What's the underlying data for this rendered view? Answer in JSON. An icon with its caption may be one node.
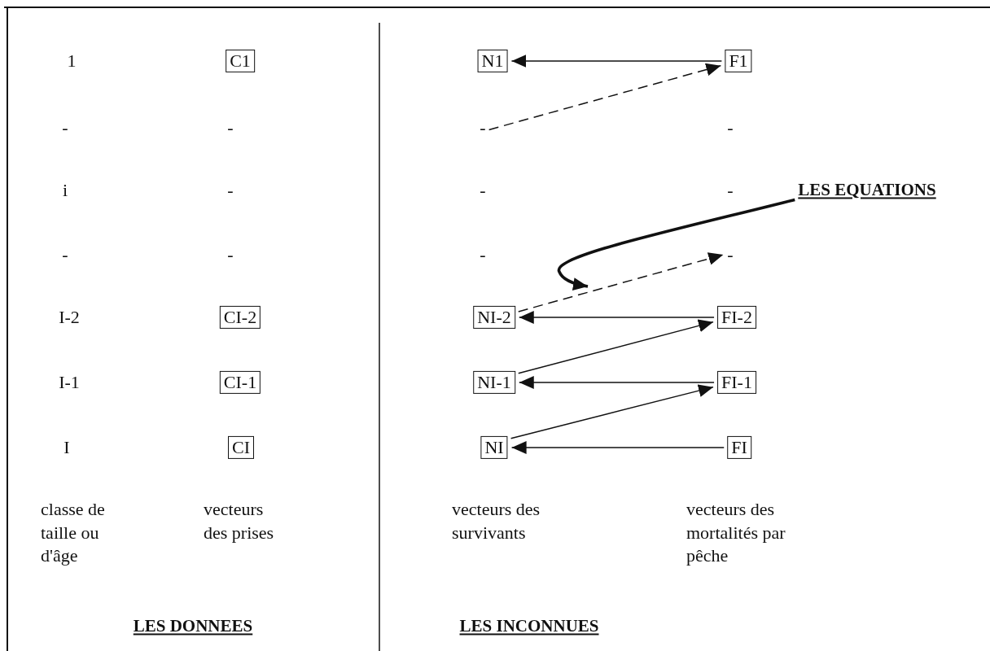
{
  "diagram": {
    "nodes": [
      {
        "text": [
          "C1"
        ]
      },
      {
        "text": [
          "N1"
        ]
      },
      {
        "text": [
          "F1"
        ]
      },
      {
        "text": [
          "-"
        ]
      },
      {
        "text": [
          "LES EQUATIONS"
        ]
      },
      {
        "text": [
          "-"
        ]
      },
      {
        "text": [
          "CI-2"
        ]
      },
      {
        "text": [
          "NI-2"
        ]
      },
      {
        "text": [
          "FI-2"
        ]
      },
      {
        "text": [
          "CI-1"
        ]
      },
      {
        "text": [
          "NI-1"
        ]
      },
      {
        "text": [
          "FI-1"
        ]
      },
      {
        "text": [
          "CI"
        ]
      },
      {
        "text": [
          "NI"
        ]
      },
      {
        "text": [
          "FI"
        ]
      }
    ],
    "edges": [
      {
        "from": 2,
        "to": 1,
        "arrow": "to"
      },
      {
        "from": 3,
        "to": 2,
        "arrow": "to",
        "style": "dashed"
      },
      {
        "from": 4,
        "to": null,
        "arrow": "to",
        "style": "thick"
      },
      {
        "from": 7,
        "to": 5,
        "arrow": "to",
        "style": "dashed"
      },
      {
        "from": 8,
        "to": 7,
        "arrow": "to"
      },
      {
        "from": 10,
        "to": 8,
        "arrow": "to"
      },
      {
        "from": 11,
        "to": 10,
        "arrow": "to"
      },
      {
        "from": 13,
        "to": 11,
        "arrow": "to"
      },
      {
        "from": 14,
        "to": 13,
        "arrow": "to"
      }
    ],
    "labels": [
      "1",
      "-",
      "-",
      "-",
      "i",
      "-",
      "-",
      "-",
      "-",
      "-",
      "-",
      "I-2",
      "I-1",
      "I",
      "classe de taille ou d'âge",
      "vecteurs des prises",
      "vecteurs des survivants",
      "vecteurs des mortalités par pêche",
      "LES DONNEES",
      "LES INCONNUES"
    ]
  }
}
